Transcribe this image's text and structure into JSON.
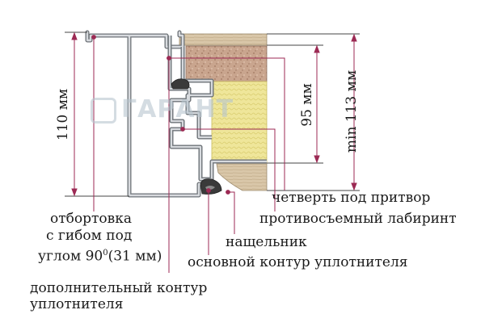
{
  "dimensions": {
    "left": "110 мм",
    "mid": "95 мм",
    "right": "min 113 мм"
  },
  "labels": {
    "otbortovka_1": "отбортовка",
    "otbortovka_2": "с гибом под",
    "otbortovka_3_pre": "углом 90",
    "otbortovka_3_sup": "0",
    "otbortovka_3_post": "(31 мм)",
    "chetvert": "четверть под притвор",
    "labirint": "противосъемный лабиринт",
    "nashchelnik": "нащельник",
    "osnovnoy": "основной контур уплотнителя",
    "dop_1": "дополнительный контур",
    "dop_2": "уплотнителя"
  },
  "watermark": {
    "text": "ГАРАНТ"
  },
  "colors": {
    "metal": "#c9ccd0",
    "metal_edge": "#707478",
    "insulation": "#f0ea9a",
    "brick": "#c8a48c",
    "wood": "#d8c6a8",
    "dim_line": "#9c2a54",
    "pointer": "#9c2a54",
    "seal": "#3a3a3a"
  }
}
